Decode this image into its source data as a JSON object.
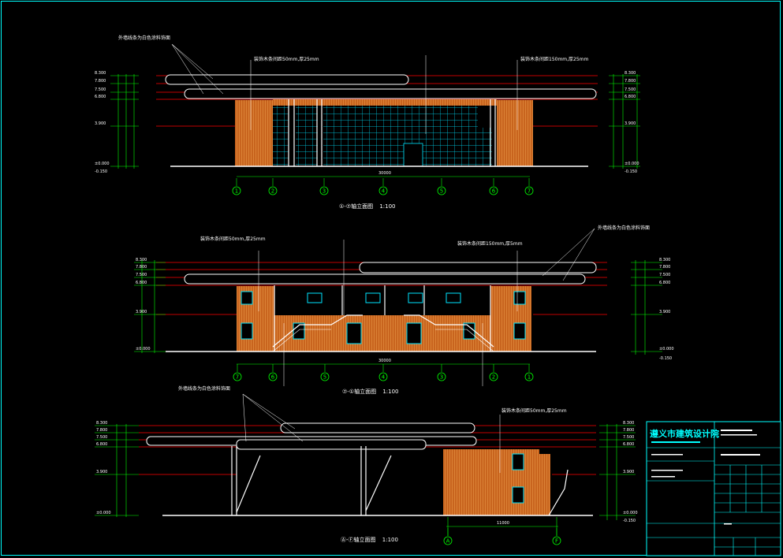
{
  "drawing": {
    "type": "CAD architectural elevation drawing",
    "background_color": "#000000",
    "colors": {
      "frame": "#00ffff",
      "floor_line": "#ff0000",
      "cladding": "#c8641e",
      "glass": "#00ffff",
      "dimension": "#00ff00",
      "linework": "#ffffff"
    },
    "elevations": [
      {
        "title": "①-⑦轴立面图",
        "scale": "1:100",
        "notes": [
          "外墙线条为白色涂料饰面",
          "装饰木条间距50mm,厚25mm",
          "装饰木条间距150mm,厚25mm"
        ],
        "axes": [
          "1",
          "2",
          "3",
          "4",
          "5",
          "6",
          "7"
        ],
        "overall_dim": "30000",
        "levels_left": [
          "8.300",
          "7.800",
          "7.500",
          "6.800",
          "3.900",
          "±0.000",
          "-0.150"
        ],
        "levels_right": [
          "8.300",
          "7.800",
          "7.500",
          "6.800",
          "3.900",
          "±0.000",
          "-0.150"
        ]
      },
      {
        "title": "⑦-①轴立面图",
        "scale": "1:100",
        "notes": [
          "装饰木条间距50mm,厚25mm",
          "装饰木条间距150mm,厚5mm",
          "外墙线条为白色涂料饰面"
        ],
        "axes": [
          "7",
          "6",
          "5",
          "4",
          "3",
          "2",
          "1"
        ],
        "overall_dim": "30000",
        "levels_left": [
          "8.300",
          "7.800",
          "7.500",
          "6.800",
          "3.900",
          "±0.000"
        ],
        "levels_right": [
          "8.300",
          "7.800",
          "7.500",
          "6.800",
          "3.900",
          "±0.000",
          "-0.150"
        ]
      },
      {
        "title": "Ⓐ-Ⓕ轴立面图",
        "scale": "1:100",
        "notes": [
          "外墙线条为白色涂料饰面",
          "装饰木条间距50mm,厚25mm"
        ],
        "axes": [
          "A",
          "F"
        ],
        "overall_dim": "11000",
        "levels_left": [
          "8.300",
          "7.800",
          "7.500",
          "6.800",
          "3.900",
          "±0.000"
        ],
        "levels_right": [
          "8.300",
          "7.800",
          "7.500",
          "6.800",
          "3.900",
          "±0.000",
          "-0.150"
        ]
      }
    ],
    "title_block": {
      "institute": "遵义市建筑设计院"
    }
  }
}
